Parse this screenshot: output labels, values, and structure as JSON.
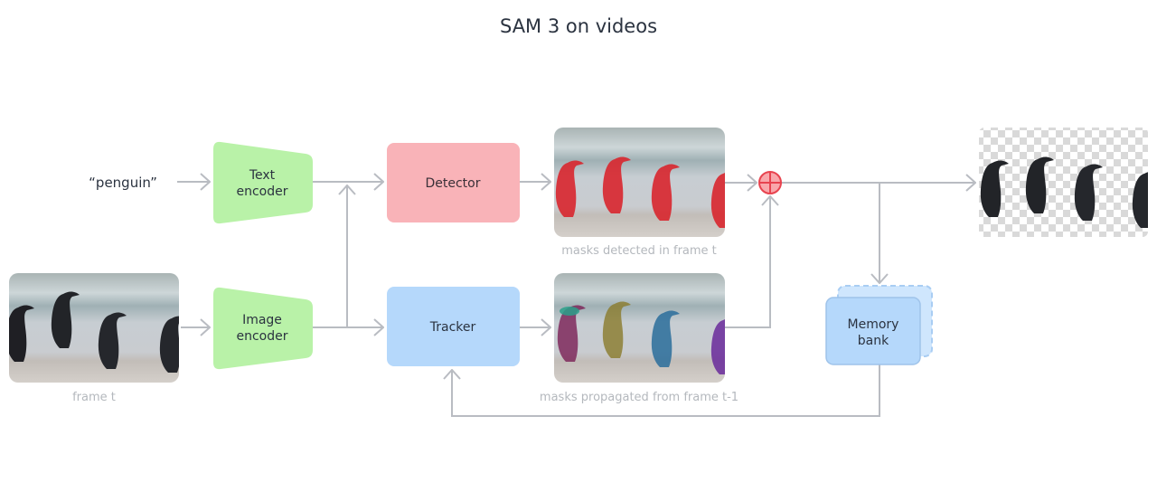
{
  "title": "SAM 3 on videos",
  "prompt_text": "“penguin”",
  "blocks": {
    "text_encoder": [
      "Text",
      "encoder"
    ],
    "image_encoder": [
      "Image",
      "encoder"
    ],
    "detector": "Detector",
    "tracker": "Tracker",
    "memory_bank": [
      "Memory",
      "bank"
    ]
  },
  "captions": {
    "frame": "frame t",
    "detected": "masks detected in frame t",
    "propagated": "masks propagated from frame t-1"
  },
  "colors": {
    "encoder": "#b9f2a8",
    "detector": "#f9b3b8",
    "tracker": "#b5d8fb",
    "arrow": "#b9bcc2",
    "combine": "#e8434f",
    "text": "#2b3340",
    "caption": "#b4b8bd",
    "detect_mask": "#d8262e",
    "track_masks": [
      "#7a1f55",
      "#8a7a2a",
      "#2a6d9b",
      "#6a2a9b",
      "#2aa08a"
    ]
  }
}
